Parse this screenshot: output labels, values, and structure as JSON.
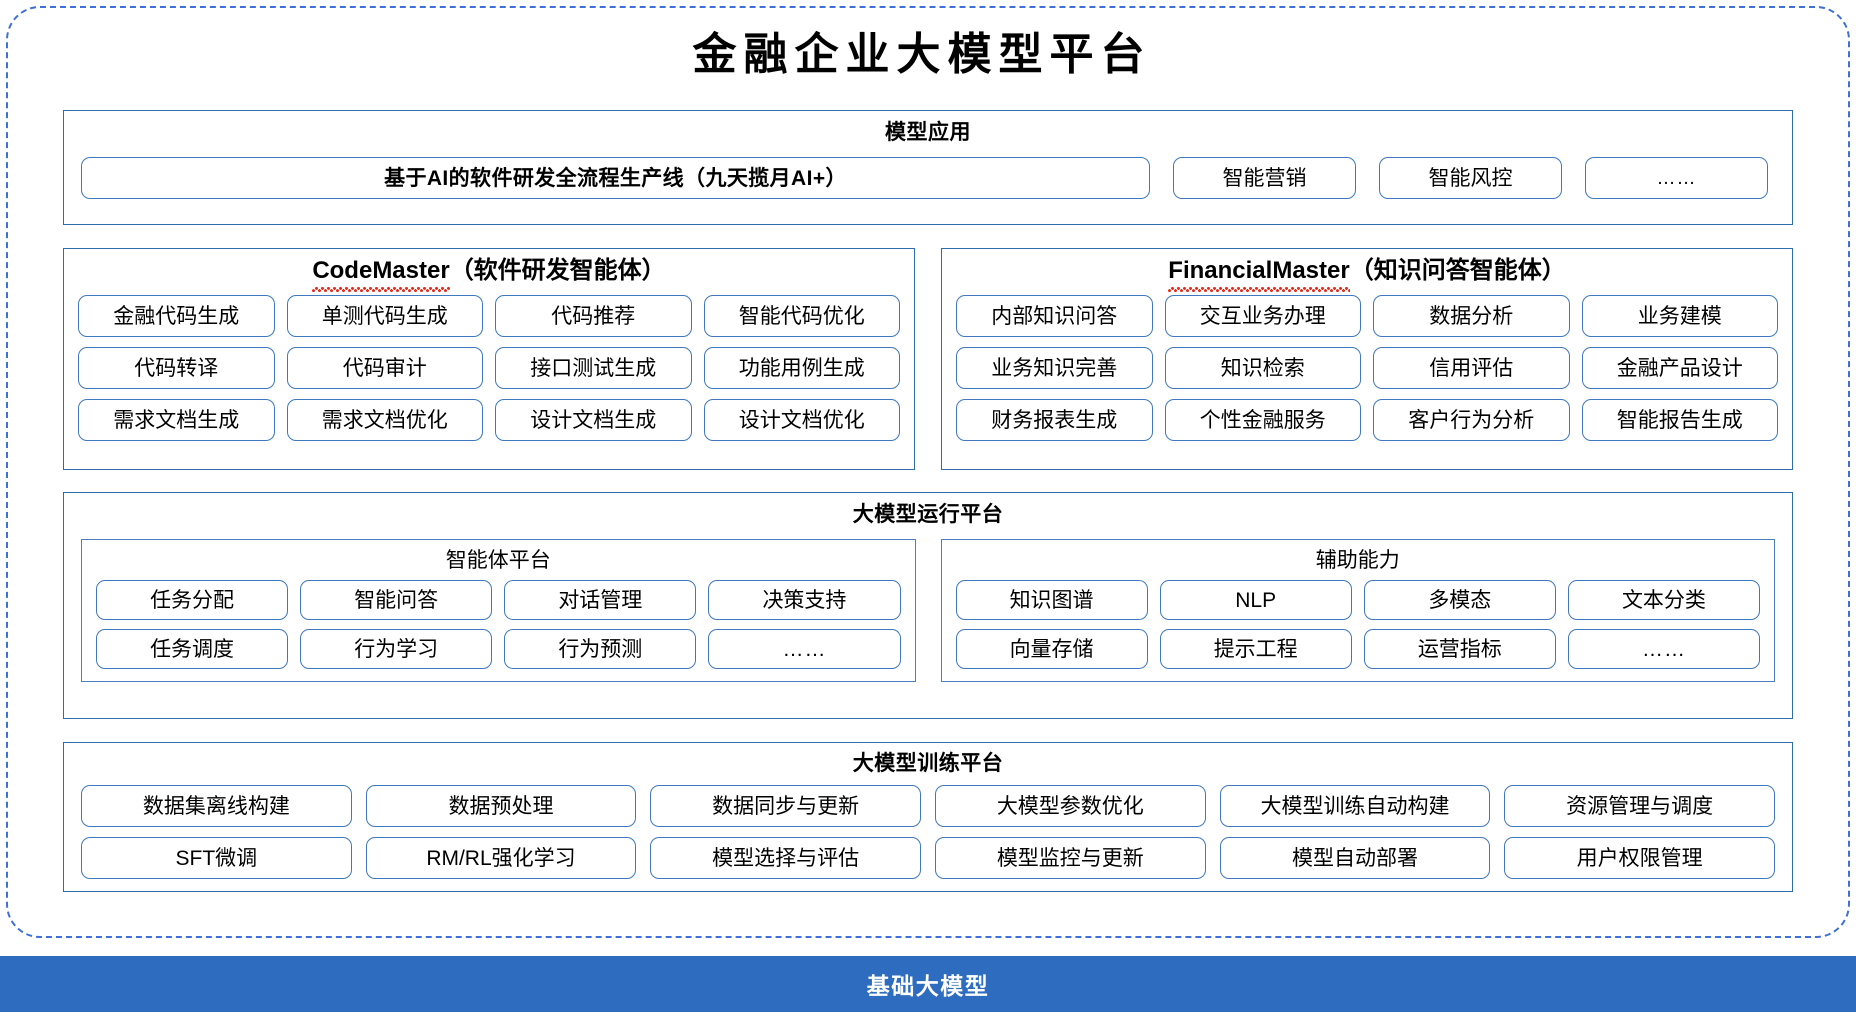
{
  "title": "金融企业大模型平台",
  "sections": {
    "app": {
      "title": "模型应用",
      "wide_item": "基于AI的软件研发全流程生产线（九天揽月AI+）",
      "items": [
        "智能营销",
        "智能风控",
        "……"
      ]
    },
    "code_master": {
      "name_en": "CodeMaster",
      "name_cn": "（软件研发智能体）",
      "items": [
        "金融代码生成",
        "单测代码生成",
        "代码推荐",
        "智能代码优化",
        "代码转译",
        "代码审计",
        "接口测试生成",
        "功能用例生成",
        "需求文档生成",
        "需求文档优化",
        "设计文档生成",
        "设计文档优化"
      ]
    },
    "financial_master": {
      "name_en": "FinancialMaster",
      "name_cn": "（知识问答智能体）",
      "items": [
        "内部知识问答",
        "交互业务办理",
        "数据分析",
        "业务建模",
        "业务知识完善",
        "知识检索",
        "信用评估",
        "金融产品设计",
        "财务报表生成",
        "个性金融服务",
        "客户行为分析",
        "智能报告生成"
      ]
    },
    "run_platform": {
      "title": "大模型运行平台",
      "agent_platform": {
        "title": "智能体平台",
        "items": [
          "任务分配",
          "智能问答",
          "对话管理",
          "决策支持",
          "任务调度",
          "行为学习",
          "行为预测",
          "……"
        ]
      },
      "aux_capability": {
        "title": "辅助能力",
        "items": [
          "知识图谱",
          "NLP",
          "多模态",
          "文本分类",
          "向量存储",
          "提示工程",
          "运营指标",
          "……"
        ]
      }
    },
    "train_platform": {
      "title": "大模型训练平台",
      "items": [
        "数据集离线构建",
        "数据预处理",
        "数据同步与更新",
        "大模型参数优化",
        "大模型训练自动构建",
        "资源管理与调度",
        "SFT微调",
        "RM/RL强化学习",
        "模型选择与评估",
        "模型监控与更新",
        "模型自动部署",
        "用户权限管理"
      ]
    },
    "base": {
      "label": "基础大模型"
    }
  },
  "colors": {
    "accent_blue": "#2d6cbe",
    "border_blue": "#2e6cab",
    "chip_border": "#3f78c0",
    "dashed_frame": "#3f6fd8",
    "spellcheck_red": "#e03024"
  }
}
